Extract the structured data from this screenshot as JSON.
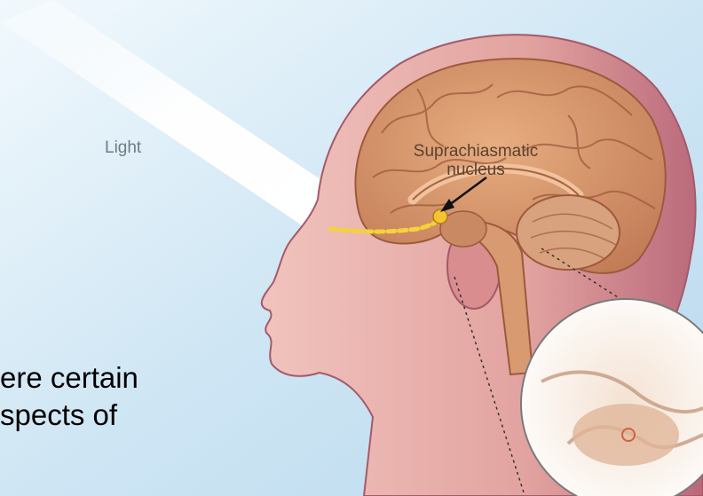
{
  "diagram": {
    "light_label": "Light",
    "scn_label_line1": "Suprachiasmatic",
    "scn_label_line2": "nucleus"
  },
  "slide_text": {
    "line1": "ere certain",
    "line2": "spects of"
  },
  "colors": {
    "sky": "#d7ecf7",
    "skin": "#e8a6a0",
    "brain": "#d89a70",
    "light_beam": "#ffffff",
    "optic_path": "#f4d23a"
  }
}
